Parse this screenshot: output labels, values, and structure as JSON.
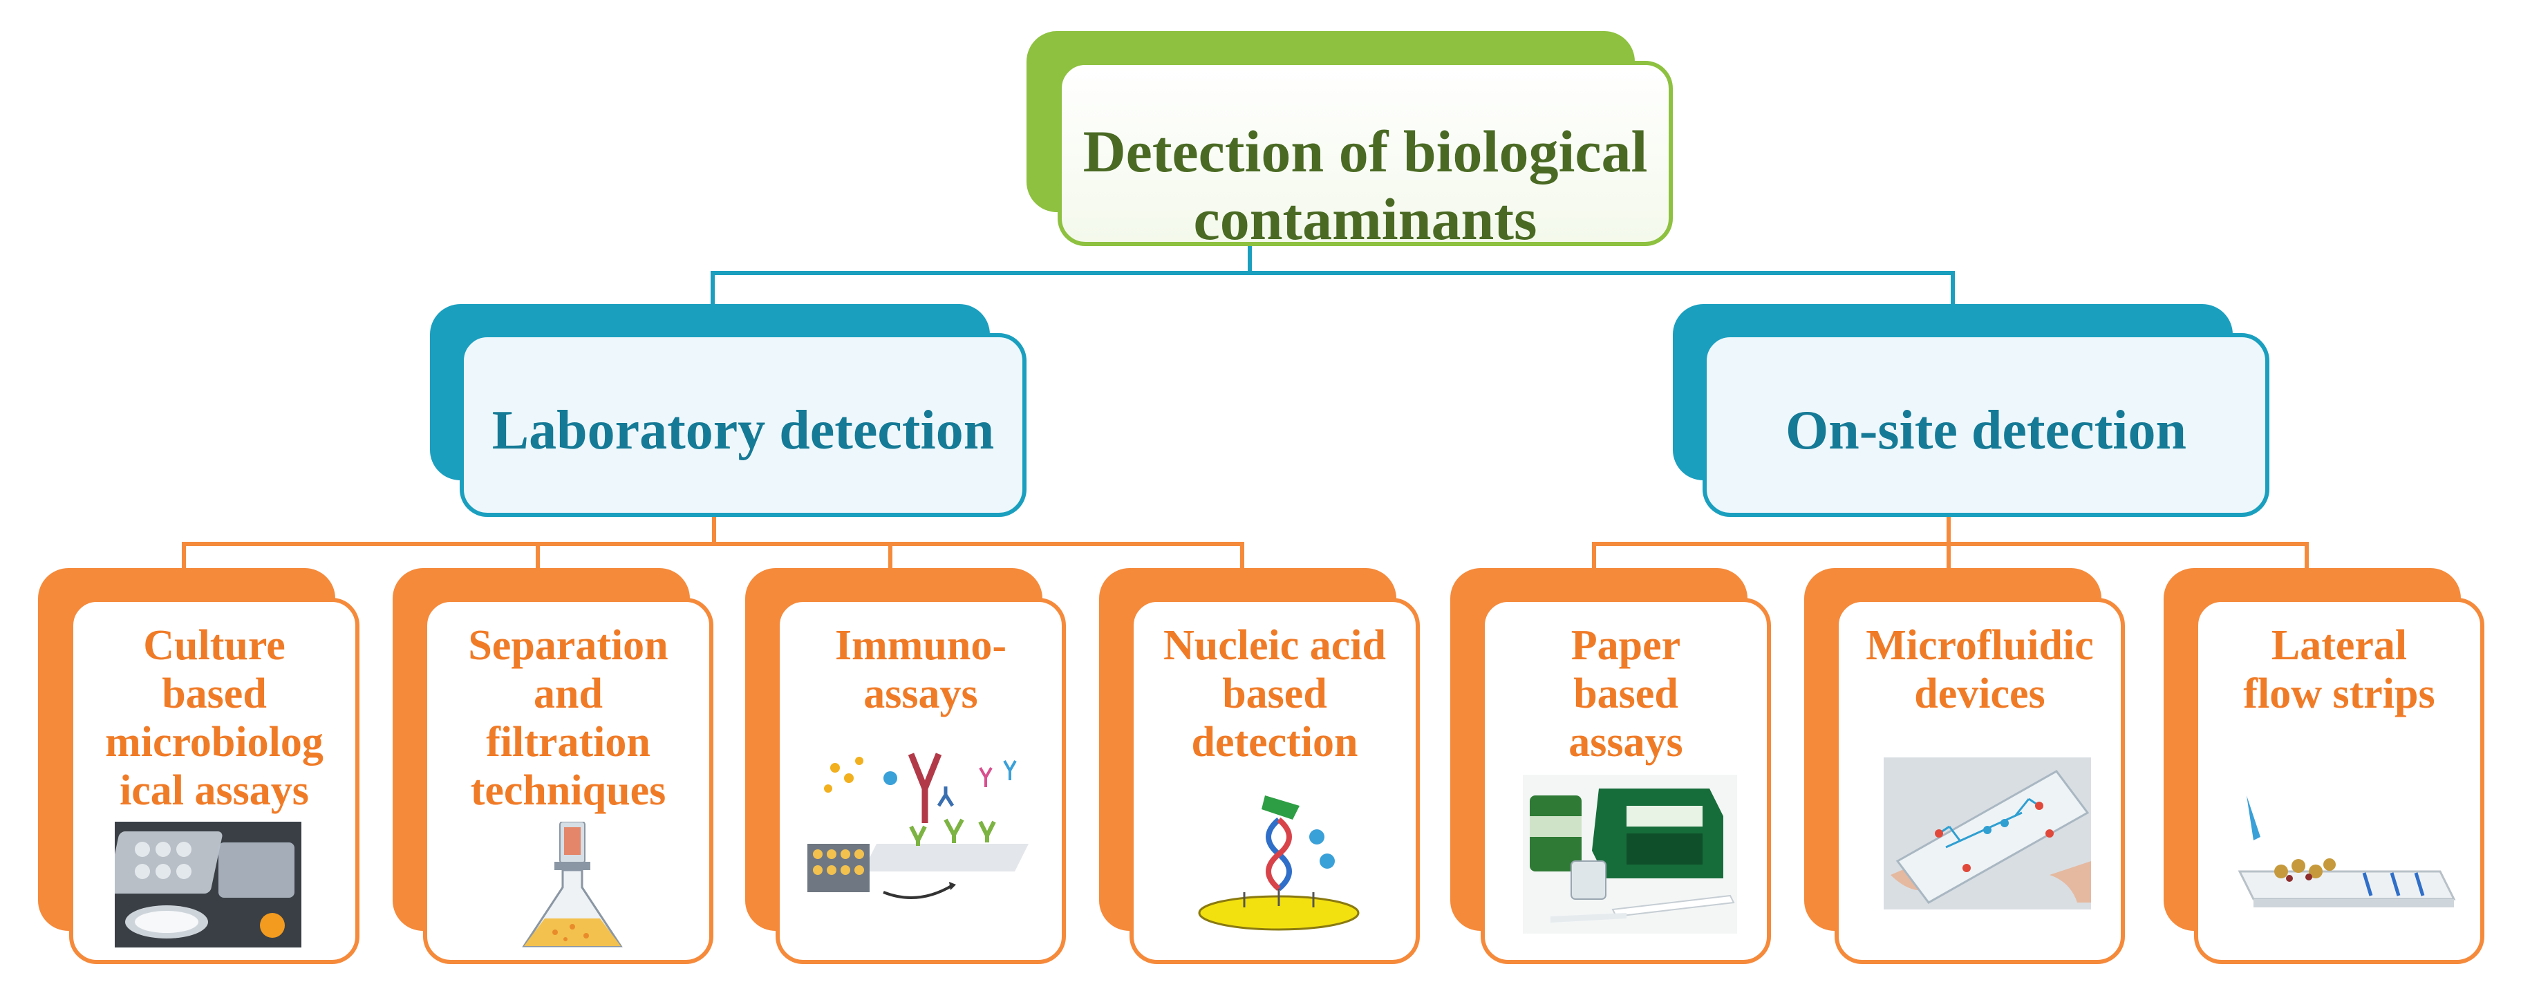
{
  "root": {
    "label": "Detection of biological\ncontaminants"
  },
  "branches": [
    {
      "label": "Laboratory detection"
    },
    {
      "label": "On-site detection"
    }
  ],
  "leaves": [
    {
      "label": "Culture\nbased\nmicrobiolog\nical assays"
    },
    {
      "label": "Separation\nand\nfiltration\ntechniques"
    },
    {
      "label": "Immuno-\nassays"
    },
    {
      "label": "Nucleic acid\nbased\ndetection"
    },
    {
      "label": "Paper\nbased\nassays"
    },
    {
      "label": "Microfluidic\ndevices"
    },
    {
      "label": "Lateral\nflow strips"
    }
  ],
  "colors": {
    "root": "#8dc13f",
    "branch": "#1a9fbf",
    "leaf": "#f58a3b"
  },
  "icons": [
    "culture-plates-icon",
    "filtration-flask-icon",
    "antibody-assay-icon",
    "nucleic-acid-probe-icon",
    "paper-assay-kit-icon",
    "microfluidic-chip-icon",
    "lateral-flow-strip-icon"
  ]
}
